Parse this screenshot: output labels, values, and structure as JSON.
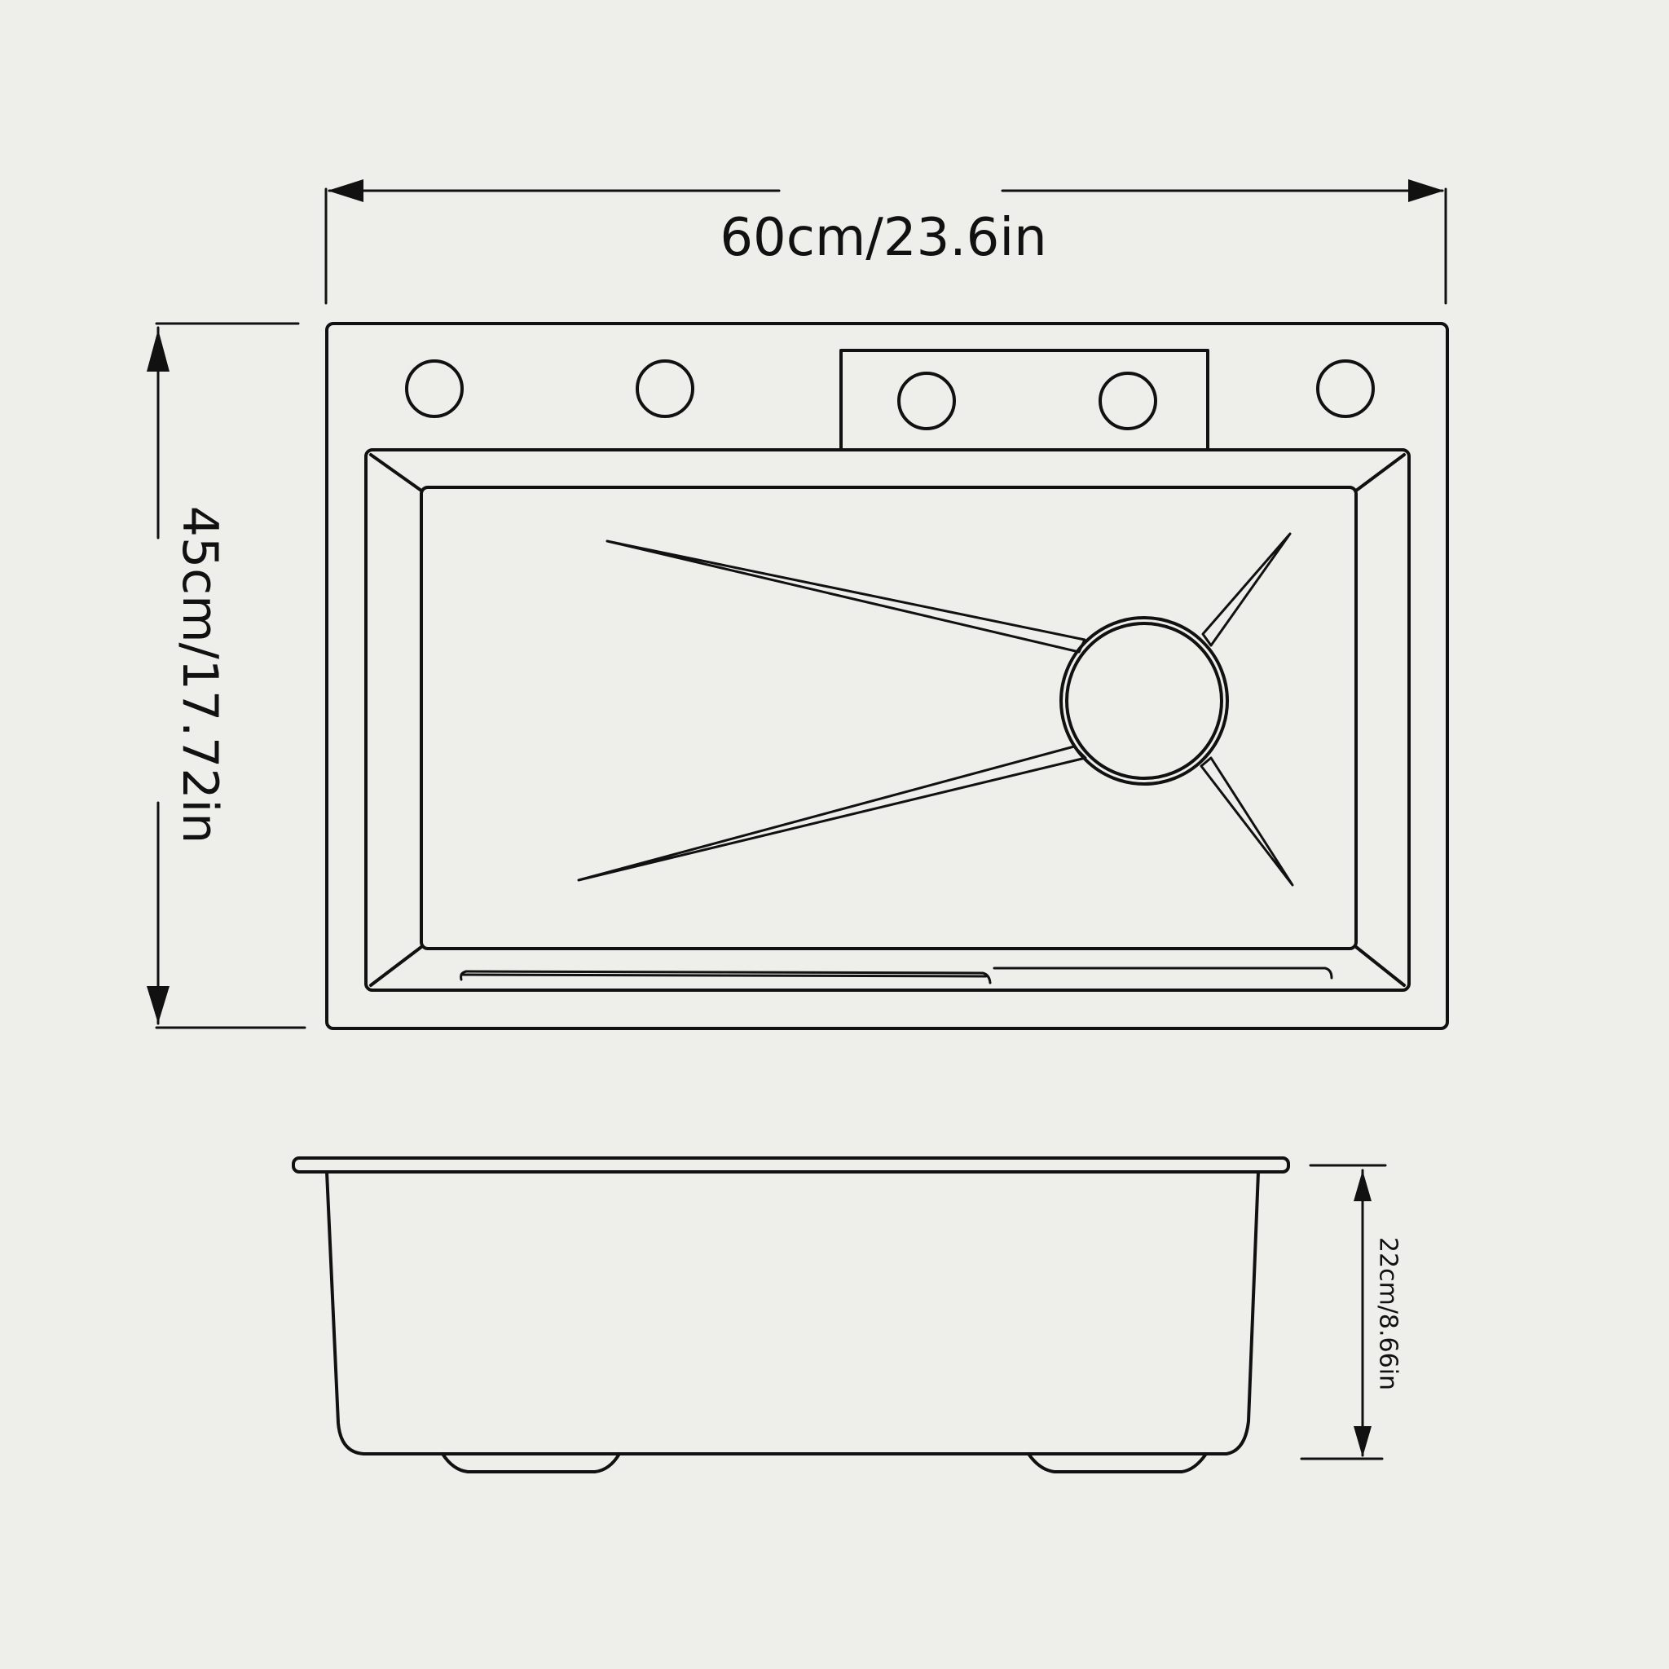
{
  "dimensions": {
    "width_label": "60cm/23.6in",
    "depth_label": "45cm/17.72in",
    "height_label": "22cm/8.66in"
  },
  "views": {
    "top": {
      "faucet_holes": 5
    },
    "side": {
      "support_feet": 2
    }
  },
  "colors": {
    "line": "#111111",
    "background": "#eeeeea"
  }
}
